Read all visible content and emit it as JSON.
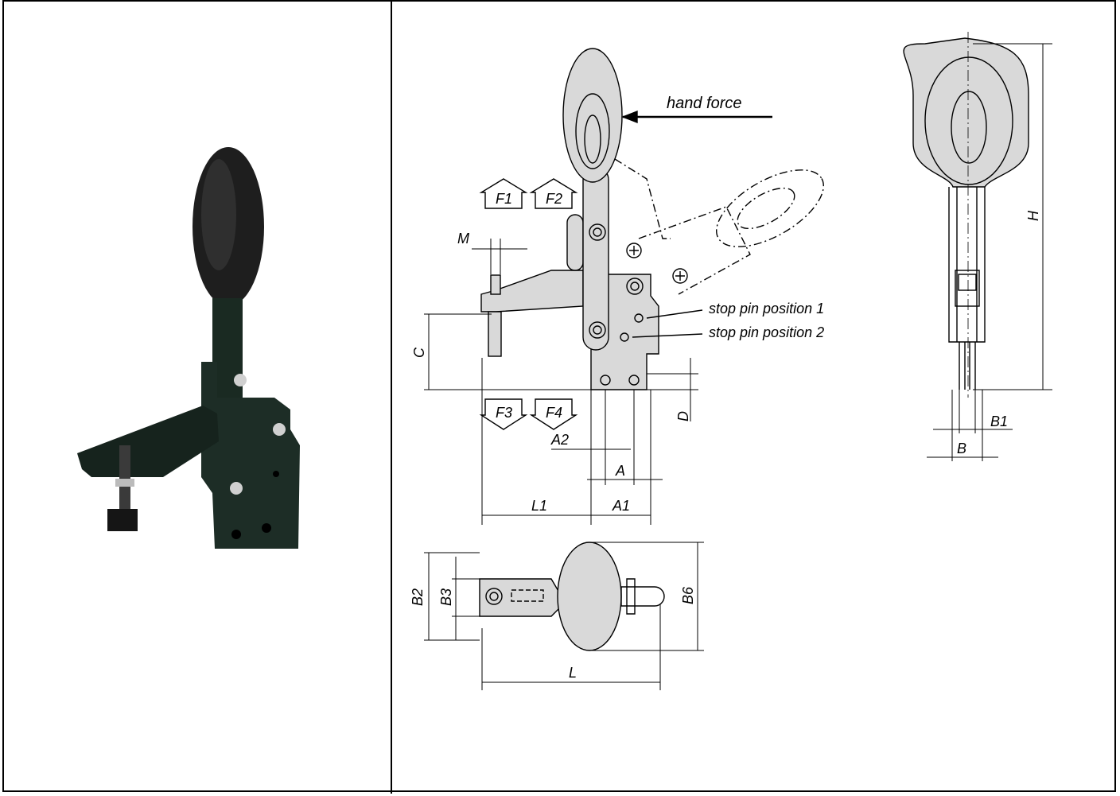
{
  "colors": {
    "line": "#000000",
    "part_fill": "#d9d9d9",
    "photo_body": "#1b2a24",
    "photo_knob": "#222222",
    "metal": "#c8c8c8"
  },
  "labels": {
    "hand_force": "hand force",
    "stop_pin_1": "stop pin position 1",
    "stop_pin_2": "stop pin position 2",
    "force_boxes": [
      "F1",
      "F2",
      "F3",
      "F4"
    ],
    "dims": {
      "M": "M",
      "C": "C",
      "D": "D",
      "A2": "A2",
      "A": "A",
      "L1": "L1",
      "A1": "A1",
      "H": "H",
      "B1": "B1",
      "B": "B",
      "B2": "B2",
      "B3": "B3",
      "B6": "B6",
      "L": "L"
    }
  }
}
